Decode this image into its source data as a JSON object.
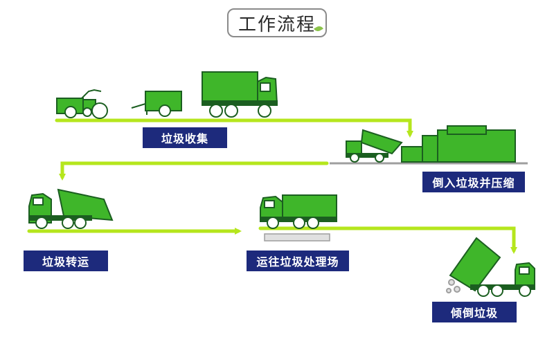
{
  "header": {
    "title": "工作流程"
  },
  "steps": [
    {
      "label": "垃圾收集"
    },
    {
      "label": "倒入垃圾并压缩"
    },
    {
      "label": "垃圾转运"
    },
    {
      "label": "运往垃圾处理场"
    },
    {
      "label": "倾倒垃圾"
    }
  ],
  "colors": {
    "truck_green": "#3fb62a",
    "truck_outline": "#1b5e20",
    "flow_line": "#b5e61d",
    "label_bg": "#1d2a7c",
    "label_text": "#ffffff"
  },
  "icons": [
    "tricycle-icon",
    "hand-cart-icon",
    "dump-truck-icon",
    "compactor-station-icon",
    "arrow-icon",
    "leaf-icon"
  ]
}
